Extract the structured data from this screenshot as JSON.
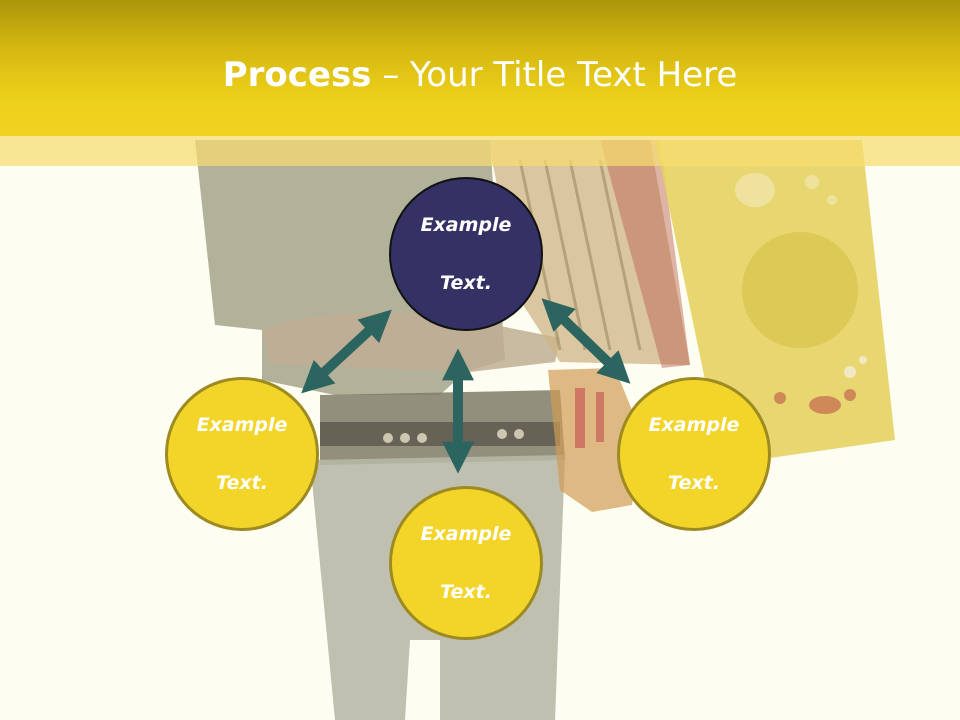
{
  "title": {
    "bold": "Process",
    "rest": " – Your Title Text Here"
  },
  "nodes": {
    "top": {
      "line1": "Example",
      "line2": "Text."
    },
    "left": {
      "line1": "Example",
      "line2": "Text."
    },
    "right": {
      "line1": "Example",
      "line2": "Text."
    },
    "bottom": {
      "line1": "Example",
      "line2": "Text."
    }
  },
  "colors": {
    "header_yellow": "#eccf1a",
    "top_node_fill": "#343165",
    "node_fill_yellow": "#f3d52a",
    "node_border": "#9d8a20",
    "arrow_color": "#2c6460"
  }
}
